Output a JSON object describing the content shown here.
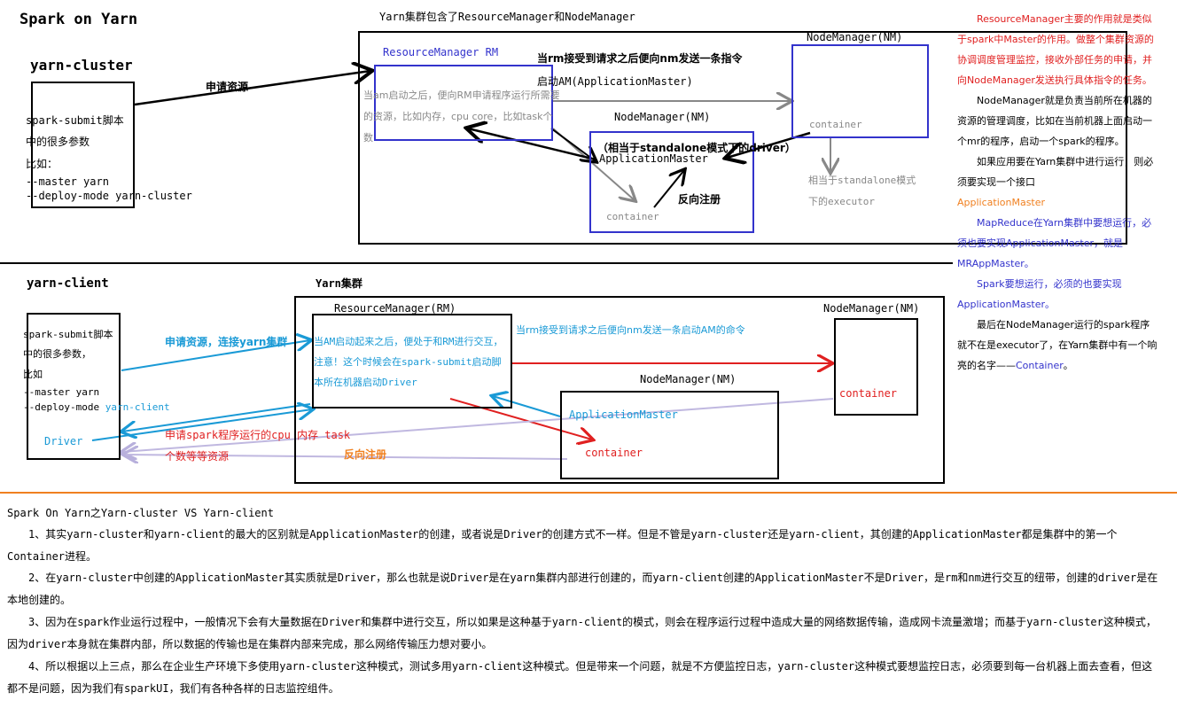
{
  "title": "Spark on Yarn",
  "cluster": {
    "title": "yarn-cluster",
    "cluster_header": "Yarn集群包含了ResourceManager和NodeManager",
    "submit_lines": [
      "spark-submit脚本",
      "中的很多参数",
      "比如：",
      "--master  yarn",
      "--deploy-mode yarn-cluster"
    ],
    "apply_label": "申请资源",
    "rm_title": "ResourceManager RM",
    "rm_text": "当am启动之后，便向RM申请程序运行所需要的资源，比如内存，cpu core，比如task个数",
    "rm_to_nm_label": "当rm接受到请求之后便向nm发送一条指令",
    "start_am_label": "启动AM(ApplicationMaster)",
    "nm_top_title": "NodeManager(NM)",
    "nm_top_container": "container",
    "executor_note_1": "相当于standalone模式",
    "executor_note_2": "下的executor",
    "nm_mid_title": "NodeManager(NM)",
    "driver_note": "（相当于standalone模式下的driver）",
    "am_label": "ApplicationMaster",
    "mid_container": "container",
    "reverse_register": "反向注册"
  },
  "client": {
    "title": "yarn-client",
    "cluster_header": "Yarn集群",
    "submit_lines": [
      "spark-submit脚本",
      "中的很多参数，",
      "比如",
      "--master yarn",
      "--deploy-mode"
    ],
    "submit_mode_value": "yarn-client",
    "driver_label": "Driver",
    "apply_label": "申请资源，连接yarn集群",
    "rm_title": "ResourceManager(RM)",
    "rm_text": "当AM启动起来之后，便处于和RM进行交互，注意！这个时候会在spark-submit启动脚本所在机器启动Driver",
    "rm_to_nm_label": "当rm接受到请求之后便向nm发送一条启动AM的命令",
    "nm_right_title": "NodeManager(NM)",
    "nm_right_container": "container",
    "nm_mid_title": "NodeManager(NM)",
    "am_label": "ApplicationMaster",
    "mid_container": "container",
    "request_res_1": "申请spark程序运行的cpu 内存 task",
    "request_res_2": "个数等等资源",
    "reverse_register": "反向注册"
  },
  "side_notes": {
    "n1": "ResourceManager主要的作用就是类似于spark中Master的作用。做整个集群资源的协调调度管理监控，接收外部任务的申请，并向NodeManager发送执行具体指令的任务。",
    "n2": "NodeManager就是负责当前所在机器的资源的管理调度，比如在当前机器上面启动一个mr的程序，启动一个spark的程序。",
    "n3": "如果应用要在Yarn集群中进行运行，则必须要实现一个接口",
    "n3_am": "ApplicationMaster",
    "n4": "MapReduce在Yarn集群中要想运行，必须也要实现ApplicationMaster，就是MRAppMaster。",
    "n5": "Spark要想运行，必须的也要实现ApplicationMaster。",
    "n6_a": "最后在NodeManager运行的spark程序就不在是executor了，在Yarn集群中有一个响亮的名字——",
    "n6_b": "Container",
    "n6_c": "。"
  },
  "comparison": {
    "heading": "Spark On Yarn之Yarn-cluster VS Yarn-client",
    "p1": "1、其实yarn-cluster和yarn-client的最大的区别就是ApplicationMaster的创建，或者说是Driver的创建方式不一样。但是不管是yarn-cluster还是yarn-client，其创建的ApplicationMaster都是集群中的第一个Container进程。",
    "p2": "2、在yarn-cluster中创建的ApplicationMaster其实质就是Driver，那么也就是说Driver是在yarn集群内部进行创建的，而yarn-client创建的ApplicationMaster不是Driver，是rm和nm进行交互的纽带，创建的driver是在本地创建的。",
    "p3": "3、因为在spark作业运行过程中，一般情况下会有大量数据在Driver和集群中进行交互，所以如果是这种基于yarn-client的模式，则会在程序运行过程中造成大量的网络数据传输，造成网卡流量激增；而基于yarn-cluster这种模式，因为driver本身就在集群内部，所以数据的传输也是在集群内部来完成，那么网络传输压力想对要小。",
    "p4": "4、所以根据以上三点，那么在企业生产环境下多使用yarn-cluster这种模式，测试多用yarn-client这种模式。但是带来一个问题，就是不方便监控日志，yarn-cluster这种模式要想监控日志，必须要到每一台机器上面去查看，但这都不是问题，因为我们有sparkUI，我们有各种各样的日志监控组件。"
  },
  "colors": {
    "black": "#000000",
    "blue": "#3333cc",
    "cyan": "#1a9ad6",
    "red": "#e02020",
    "orange": "#f08020",
    "gray": "#888888",
    "lavender": "#c0b8e0"
  }
}
